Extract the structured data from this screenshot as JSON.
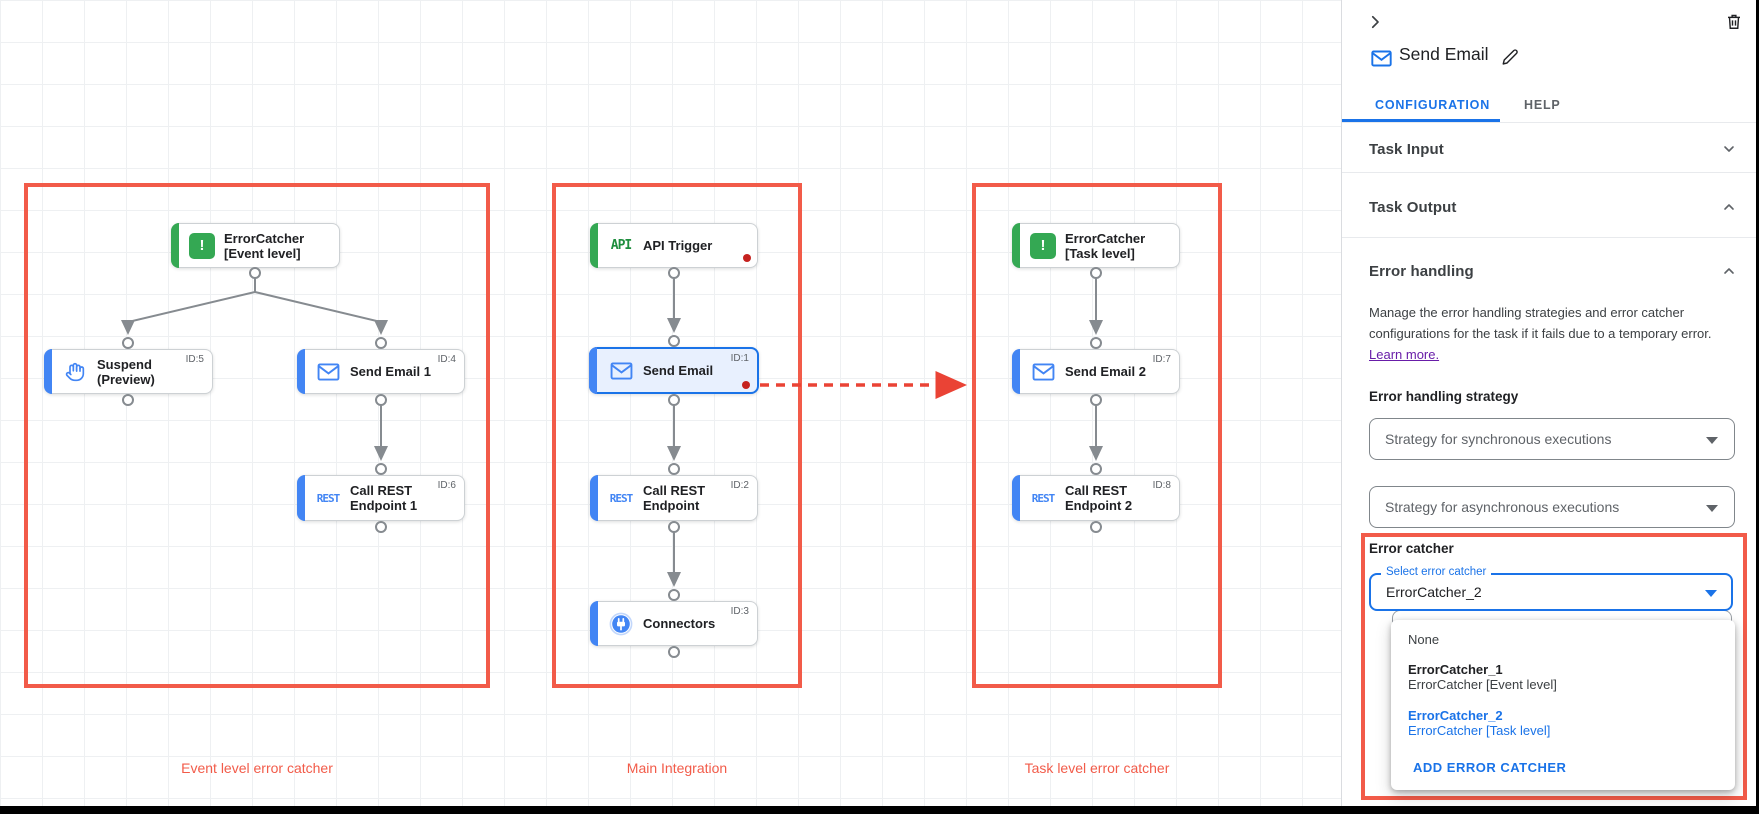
{
  "canvas": {
    "groups": [
      {
        "label": "Event level error catcher"
      },
      {
        "label": "Main Integration"
      },
      {
        "label": "Task level error catcher"
      }
    ],
    "nodes": {
      "ec_event": {
        "line1": "ErrorCatcher",
        "line2": "[Event level]"
      },
      "suspend": {
        "line1": "Suspend",
        "line2": "(Preview)",
        "id": "ID:5"
      },
      "send_email_1": {
        "line1": "Send Email 1",
        "id": "ID:4"
      },
      "call_rest_1": {
        "line1": "Call REST",
        "line2": "Endpoint 1",
        "id": "ID:6"
      },
      "api_trigger": {
        "line1": "API Trigger"
      },
      "send_email": {
        "line1": "Send Email",
        "id": "ID:1"
      },
      "call_rest": {
        "line1": "Call REST",
        "line2": "Endpoint",
        "id": "ID:2"
      },
      "connectors": {
        "line1": "Connectors",
        "id": "ID:3"
      },
      "ec_task": {
        "line1": "ErrorCatcher",
        "line2": "[Task level]"
      },
      "send_email_2": {
        "line1": "Send Email 2",
        "id": "ID:7"
      },
      "call_rest_2": {
        "line1": "Call REST",
        "line2": "Endpoint 2",
        "id": "ID:8"
      }
    },
    "icon_text": {
      "api": "API",
      "rest": "REST",
      "error_catcher": "!"
    }
  },
  "sidebar": {
    "title": "Send Email",
    "tabs": [
      {
        "label": "CONFIGURATION"
      },
      {
        "label": "HELP"
      }
    ],
    "sections": [
      {
        "label": "Task Input"
      },
      {
        "label": "Task Output"
      },
      {
        "label": "Error handling"
      }
    ],
    "error_handling": {
      "description_line1": "Manage the error handling strategies and error catcher",
      "description_line2": "configurations for the task if it fails due to a temporary error.",
      "learn_more": "Learn more.",
      "strategy_label": "Error handling strategy",
      "sync_placeholder": "Strategy for synchronous executions",
      "async_placeholder": "Strategy for asynchronous executions",
      "error_catcher_label": "Error catcher",
      "select_label": "Select error catcher",
      "select_value": "ErrorCatcher_2",
      "menu": {
        "none": "None",
        "opt1_title": "ErrorCatcher_1",
        "opt1_sub": "ErrorCatcher [Event level]",
        "opt2_title": "ErrorCatcher_2",
        "opt2_sub": "ErrorCatcher [Task level]",
        "add": "ADD ERROR CATCHER"
      }
    }
  },
  "icons": [
    "collapse-chevron-right-icon",
    "trash-icon",
    "email-icon",
    "edit-pencil-icon",
    "chevron-down-icon",
    "chevron-up-icon",
    "dropdown-caret-icon",
    "hand-icon",
    "api-icon",
    "rest-icon",
    "error-catcher-icon",
    "connectors-icon"
  ],
  "colors": {
    "highlight_red": "#f25b49",
    "dashed_arrow_red": "#ea4335",
    "dot_red": "#c5221f",
    "accent_blue": "#1a73e8",
    "node_blue": "#4285f4",
    "green": "#34a853",
    "edge_gray": "#868b90"
  }
}
